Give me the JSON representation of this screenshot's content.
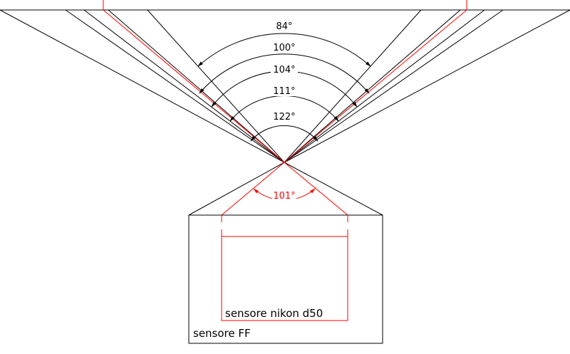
{
  "diagram": {
    "angle_labels": [
      "84°",
      "100°",
      "104°",
      "111°",
      "122°"
    ],
    "red_angle_label": "101°",
    "inner_sensor_label": "sensore nikon d50",
    "outer_sensor_label": "sensore FF",
    "colors": {
      "lines": "#000000",
      "highlight": "#ff0000",
      "background": "#ffffff"
    }
  }
}
